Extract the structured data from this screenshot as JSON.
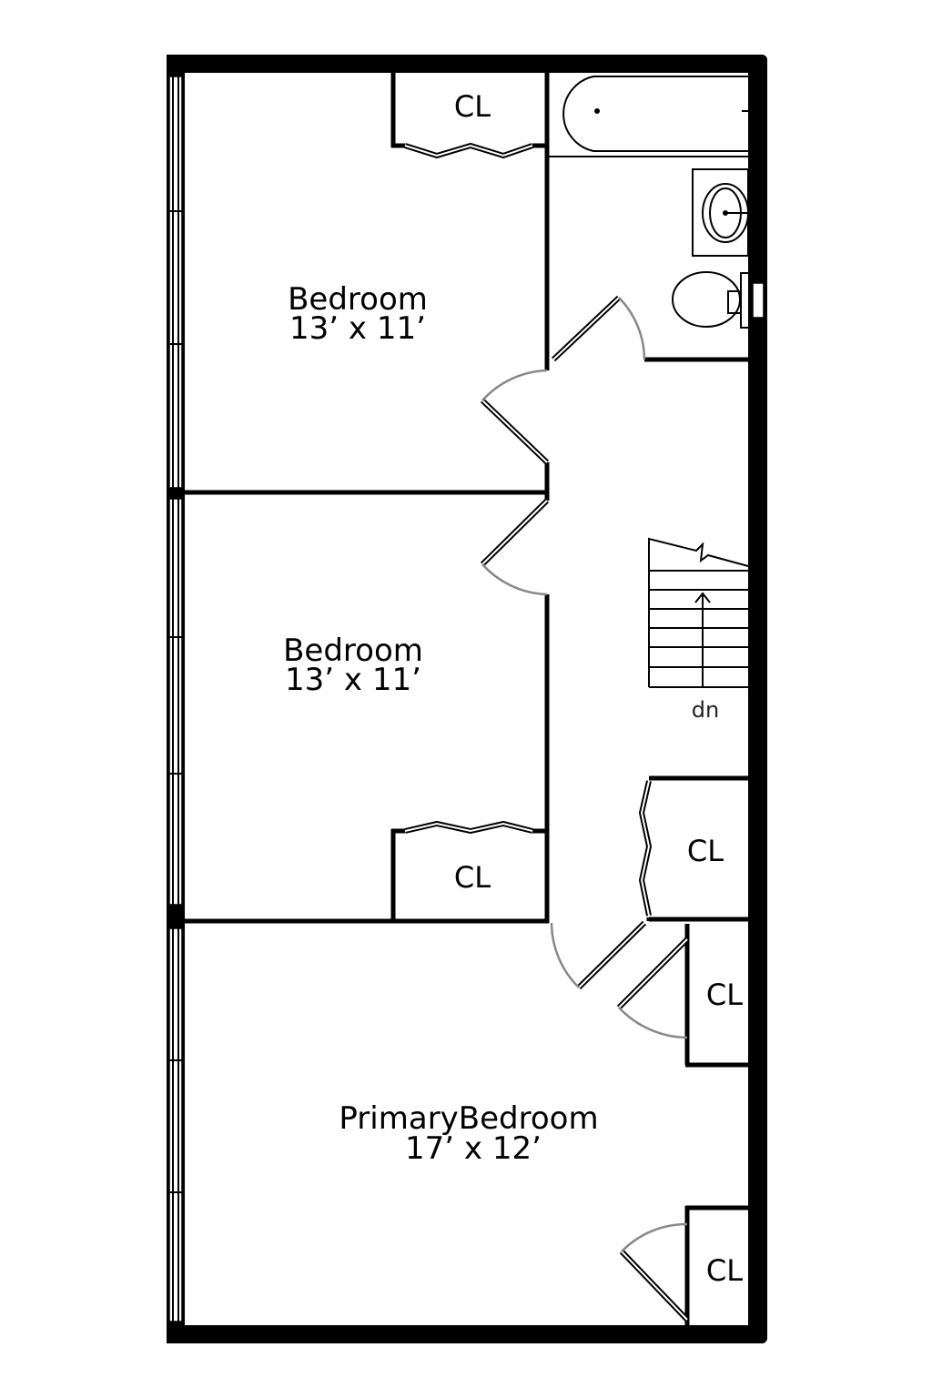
{
  "rooms": [
    {
      "name": "Bedroom",
      "size": "13’ x 11’"
    },
    {
      "name": "Bedroom",
      "size": "13’ x 11’"
    },
    {
      "name": "PrimaryBedroom",
      "size": "17’ x 12’"
    }
  ],
  "closets": [
    "CL",
    "CL",
    "CL",
    "CL",
    "CL"
  ],
  "stairs": {
    "label": "dn"
  }
}
